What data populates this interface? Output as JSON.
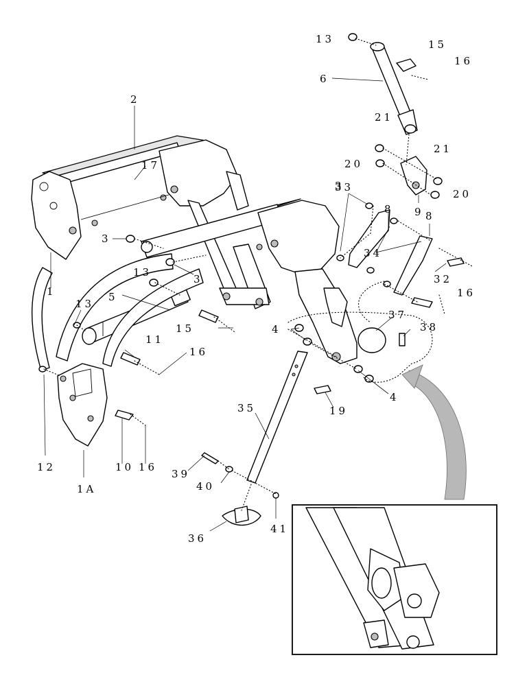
{
  "callouts": [
    "1",
    "1A",
    "2",
    "3",
    "3",
    "3",
    "4",
    "4",
    "5",
    "6",
    "8",
    "8",
    "9",
    "10",
    "11",
    "12",
    "13",
    "13",
    "13",
    "15",
    "15",
    "16",
    "16",
    "16",
    "16",
    "17",
    "19",
    "20",
    "20",
    "21",
    "21",
    "32",
    "33",
    "34",
    "35",
    "36",
    "37",
    "38",
    "39",
    "40",
    "41"
  ],
  "colors": {
    "line": "#000000",
    "fill": "#ffffff",
    "shade": "#e6e6e6",
    "arrow": "#b8b8b8"
  }
}
